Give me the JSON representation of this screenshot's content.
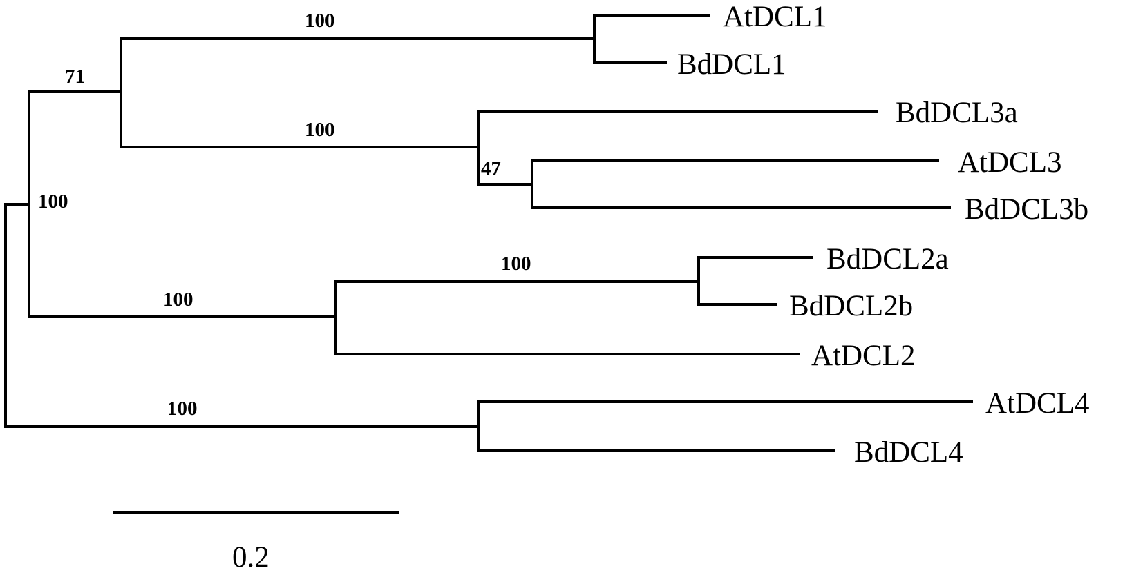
{
  "tree": {
    "leaves": [
      {
        "id": "AtDCL1",
        "label": "AtDCL1"
      },
      {
        "id": "BdDCL1",
        "label": "BdDCL1"
      },
      {
        "id": "BdDCL3a",
        "label": "BdDCL3a"
      },
      {
        "id": "AtDCL3",
        "label": "AtDCL3"
      },
      {
        "id": "BdDCL3b",
        "label": "BdDCL3b"
      },
      {
        "id": "BdDCL2a",
        "label": "BdDCL2a"
      },
      {
        "id": "BdDCL2b",
        "label": "BdDCL2b"
      },
      {
        "id": "AtDCL2",
        "label": "AtDCL2"
      },
      {
        "id": "AtDCL4",
        "label": "AtDCL4"
      },
      {
        "id": "BdDCL4",
        "label": "BdDCL4"
      }
    ],
    "support_values": [
      {
        "clade": "AtDCL1-BdDCL1",
        "value": "100"
      },
      {
        "clade": "DCL1-DCL3",
        "value": "71"
      },
      {
        "clade": "DCL3",
        "value": "100"
      },
      {
        "clade": "AtDCL3-BdDCL3b",
        "value": "47"
      },
      {
        "clade": "DCL1-DCL3-DCL2",
        "value": "100"
      },
      {
        "clade": "BdDCL2a-BdDCL2b",
        "value": "100"
      },
      {
        "clade": "DCL2",
        "value": "100"
      },
      {
        "clade": "DCL4",
        "value": "100"
      }
    ]
  },
  "scale_bar": {
    "value": 0.2,
    "label": "0.2"
  },
  "colors": {
    "lines": "#000000",
    "text": "#000000",
    "background": "#ffffff"
  }
}
